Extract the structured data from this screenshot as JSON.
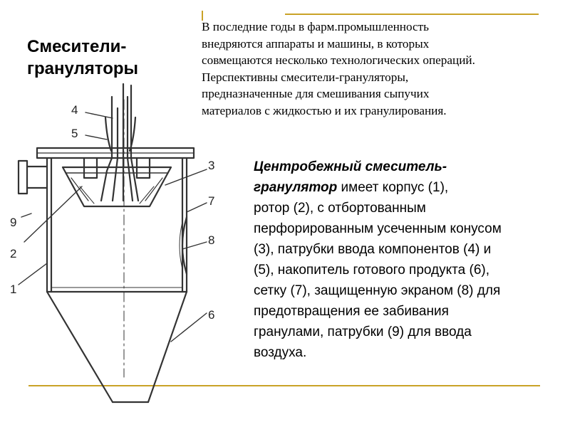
{
  "slide": {
    "title_lines": [
      "Смесители-",
      "грануляторы"
    ],
    "intro_lines": [
      "В последние годы в фарм.промышленность",
      "внедряются аппараты и машины, в которых",
      "совмещаются несколько технологических операций.",
      "Перспективны смесители-грануляторы,",
      "предназначенные для смешивания сыпучих",
      "материалов с жидкостью и их гранулирования."
    ],
    "description": {
      "term_lines": [
        "Центробежный смеситель-",
        "гранулятор"
      ],
      "term_tail": " имеет корпус (1),",
      "lines": [
        "ротор (2), с отбортованным",
        "перфорированным усеченным конусом",
        "(3), патрубки ввода компонентов (4) и",
        "(5), накопитель готового продукта (6),",
        "сетку (7), защищенную экраном (8) для",
        "предотвращения ее забивания",
        "гранулами, патрубки (9) для ввода",
        "воздуха."
      ]
    },
    "accent_color": "#c9a227"
  },
  "diagram": {
    "callouts": [
      "1",
      "2",
      "3",
      "4",
      "5",
      "6",
      "7",
      "8",
      "9"
    ]
  }
}
